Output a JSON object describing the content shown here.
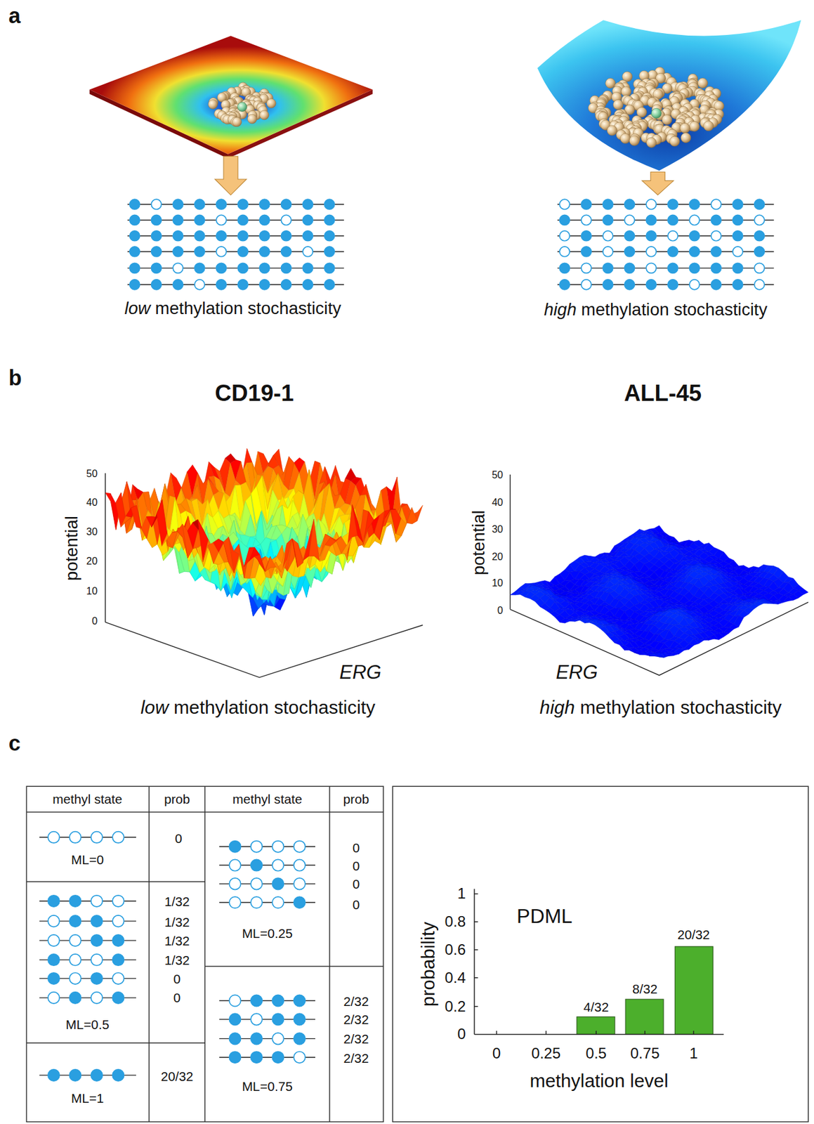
{
  "diagram": {
    "nodes": [
      {
        "text": [
          "methyl state"
        ]
      },
      {
        "text": [
          "prob"
        ]
      },
      {
        "text": [
          "methyl state"
        ]
      },
      {
        "text": [
          "prob"
        ]
      },
      {
        "text": [
          "ML=0"
        ]
      },
      {
        "text": [
          "0"
        ]
      },
      {
        "text": [
          "ML=0.25"
        ]
      },
      {
        "text": [
          "0",
          "0",
          "0",
          "0"
        ]
      },
      {
        "text": [
          "ML=0.5"
        ]
      },
      {
        "text": [
          "1/32",
          "1/32",
          "1/32",
          "1/32",
          "0",
          "0"
        ]
      },
      {
        "text": [
          "ML=0.75"
        ]
      },
      {
        "text": [
          "2/32",
          "2/32",
          "2/32",
          "2/32"
        ]
      },
      {
        "text": [
          "ML=1"
        ]
      },
      {
        "text": [
          "20/32"
        ]
      }
    ],
    "labels": [
      "a",
      "low",
      "methylation stochasticity",
      "high",
      "methylation stochasticity",
      "b",
      "CD19-1",
      "ALL-45",
      "potential",
      "50",
      "40",
      "30",
      "20",
      "10",
      "0",
      "ERG",
      "low",
      "methylation stochasticity",
      "potential",
      "50",
      "40",
      "30",
      "20",
      "10",
      "0",
      "ERG",
      "high",
      "methylation stochasticity",
      "c",
      "PDML",
      "probability",
      "1",
      "0.8",
      "0.6",
      "0.4",
      "0.2",
      "0",
      "0",
      "0.25",
      "0.5",
      "0.75",
      "1",
      "methylation level",
      "4/32",
      "8/32",
      "20/32"
    ]
  }
}
